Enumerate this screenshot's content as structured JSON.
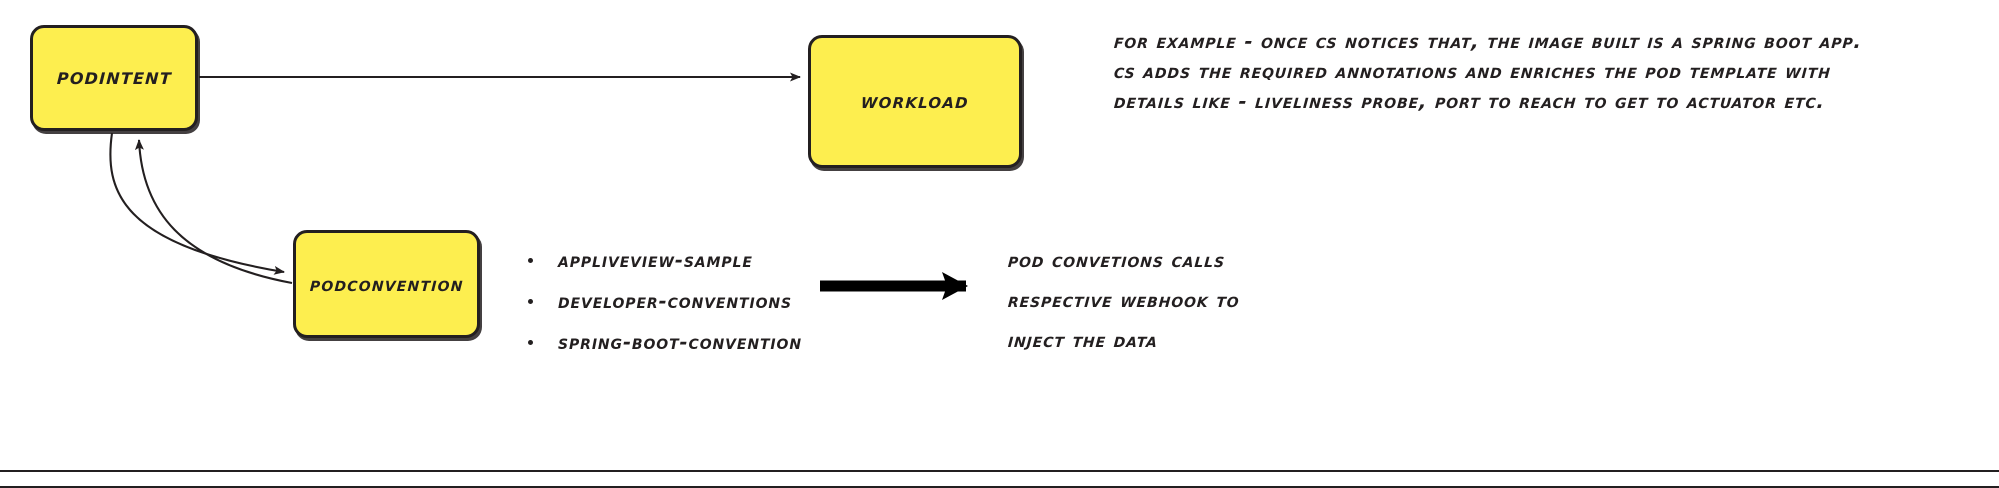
{
  "diagram": {
    "nodes": [
      {
        "id": "podintent",
        "label": "PodIntent"
      },
      {
        "id": "workload",
        "label": "workload"
      },
      {
        "id": "podconvention",
        "label": "podconvention"
      }
    ],
    "edges": [
      {
        "from": "podintent",
        "to": "workload",
        "style": "straight-arrow"
      },
      {
        "from": "podintent",
        "to": "podconvention",
        "style": "curved-arrow"
      },
      {
        "from": "podconvention",
        "to": "podintent",
        "style": "curved-arrow"
      },
      {
        "from": "conventions-list",
        "to": "caption",
        "style": "thick-arrow"
      }
    ]
  },
  "paragraph": {
    "lines": [
      "For example - once cs notices that, the image built is a spring boot app.",
      "cs adds the required annotations and enriches the pod template with",
      "details like - liveliness probe, port to reach to get to actuator etc."
    ]
  },
  "conventions_list": {
    "items": [
      "appliveview-sample",
      "developer-conventions",
      "spring-boot-convention"
    ]
  },
  "caption": {
    "lines": [
      "pod Convetions calls",
      "respective webhook to",
      "inject the data"
    ]
  },
  "colors": {
    "node_fill": "#fdee4f",
    "stroke": "#231f20",
    "background": "#ffffff"
  }
}
